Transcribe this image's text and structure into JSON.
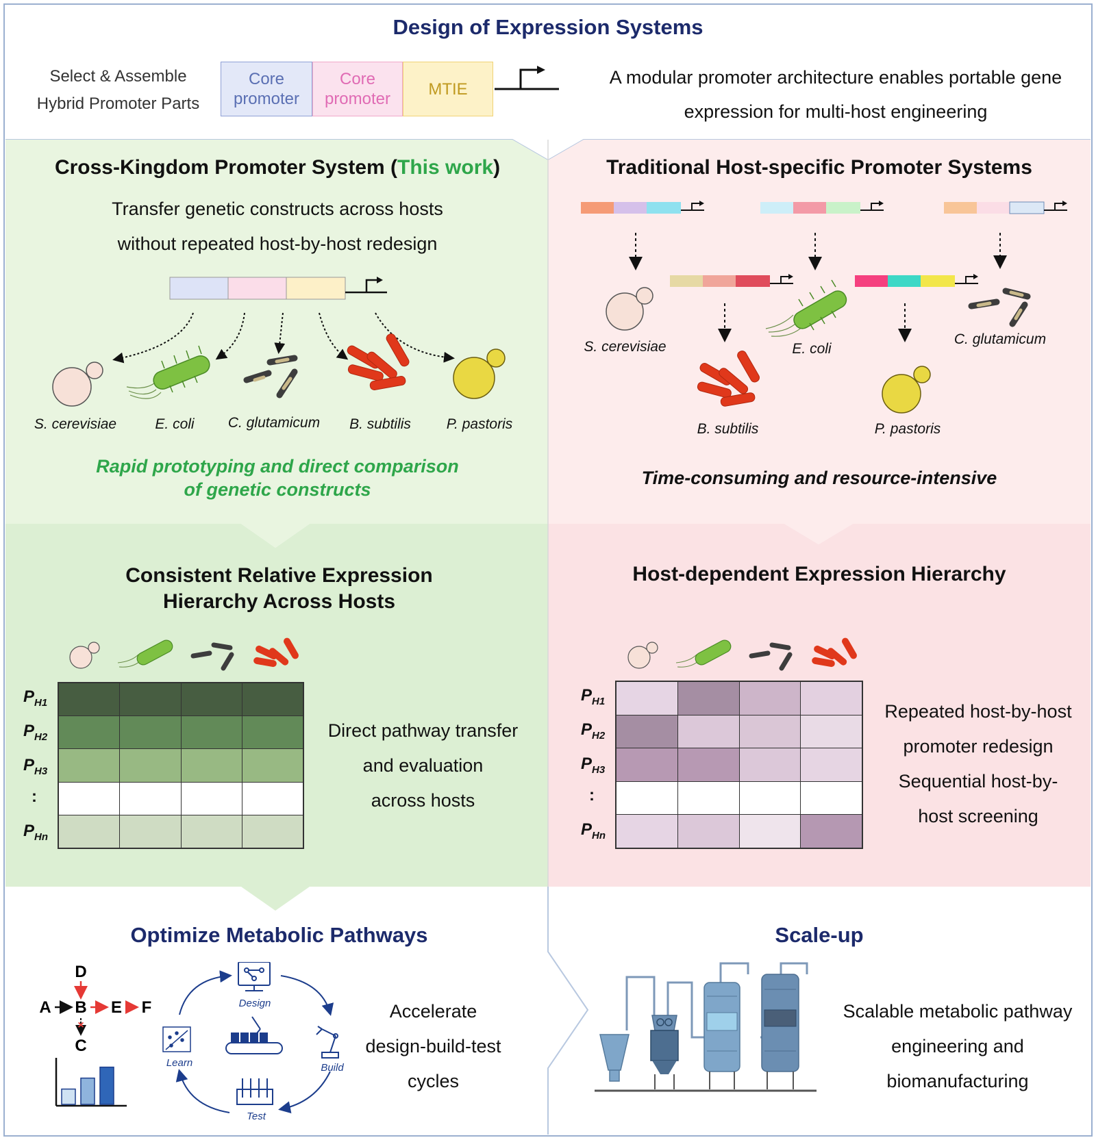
{
  "header": {
    "title": "Design of Expression Systems",
    "select_line1": "Select & Assemble",
    "select_line2": "Hybrid Promoter Parts",
    "parts": [
      {
        "line1": "Core",
        "line2": "promoter",
        "color": "#7a8ec6",
        "bg": "#e3e8f8"
      },
      {
        "line1": "Core",
        "line2": "promoter",
        "color": "#e06bb4",
        "bg": "#fbe2ee"
      },
      {
        "line1": "MTIE",
        "line2": "",
        "color": "#c8a32a",
        "bg": "#fdf2c8"
      }
    ],
    "desc_line1": "A modular promoter architecture enables portable gene",
    "desc_line2": "expression for multi-host engineering"
  },
  "cross_kingdom": {
    "title_main": "Cross-Kingdom Promoter System (",
    "title_highlight": "This work",
    "title_end": ")",
    "desc_line1": "Transfer genetic constructs across hosts",
    "desc_line2": "without repeated host-by-host redesign",
    "organisms": [
      "S. cerevisiae",
      "E. coli",
      "C. glutamicum",
      "B. subtilis",
      "P. pastoris"
    ],
    "tagline_line1": "Rapid prototyping and direct comparison",
    "tagline_line2": "of genetic constructs"
  },
  "traditional": {
    "title": "Traditional Host-specific Promoter Systems",
    "organisms": [
      "S. cerevisiae",
      "E. coli",
      "C. glutamicum",
      "B. subtilis",
      "P. pastoris"
    ],
    "tagline": "Time-consuming and resource-intensive"
  },
  "consistent": {
    "title_line1": "Consistent Relative Expression",
    "title_line2": "Hierarchy Across Hosts",
    "row_labels": [
      {
        "main": "P",
        "sub": "H1"
      },
      {
        "main": "P",
        "sub": "H2"
      },
      {
        "main": "P",
        "sub": "H3"
      },
      {
        "main": ":",
        "sub": ""
      },
      {
        "main": "P",
        "sub": "Hn"
      }
    ],
    "heatmap": [
      [
        "#475d41",
        "#475d41",
        "#475d41",
        "#475d41"
      ],
      [
        "#628a58",
        "#628a58",
        "#628a58",
        "#628a58"
      ],
      [
        "#98b983",
        "#98b983",
        "#98b983",
        "#98b983"
      ],
      [
        "#ffffff",
        "#ffffff",
        "#ffffff",
        "#ffffff"
      ],
      [
        "#cfdcc3",
        "#cfdcc3",
        "#cfdcc3",
        "#cfdcc3"
      ]
    ],
    "desc_line1": "Direct pathway transfer",
    "desc_line2": "and evaluation",
    "desc_line3": "across hosts"
  },
  "host_dependent": {
    "title": "Host-dependent Expression Hierarchy",
    "row_labels": [
      {
        "main": "P",
        "sub": "H1"
      },
      {
        "main": "P",
        "sub": "H2"
      },
      {
        "main": "P",
        "sub": "H3"
      },
      {
        "main": ":",
        "sub": ""
      },
      {
        "main": "P",
        "sub": "Hn"
      }
    ],
    "heatmap": [
      [
        "#e6d5e4",
        "#a58ea3",
        "#cdb5c9",
        "#e3d0e0"
      ],
      [
        "#a58ea3",
        "#dcc8d9",
        "#dac6d6",
        "#e9dbe6"
      ],
      [
        "#b799b3",
        "#b799b3",
        "#dcc8d9",
        "#e6d5e3"
      ],
      [
        "#ffffff",
        "#ffffff",
        "#ffffff",
        "#ffffff"
      ],
      [
        "#e6d5e4",
        "#dcc8d9",
        "#efe4ec",
        "#b598b2"
      ]
    ],
    "desc_line1": "Repeated host-by-host",
    "desc_line2": "promoter redesign",
    "desc_line3": "Sequential host-by-",
    "desc_line4": "host screening"
  },
  "optimize": {
    "title": "Optimize Metabolic Pathways",
    "pathway": {
      "A": "A",
      "B": "B",
      "C": "C",
      "D": "D",
      "E": "E",
      "F": "F"
    },
    "cycle": {
      "design": "Design",
      "build": "Build",
      "test": "Test",
      "learn": "Learn"
    },
    "bars": [
      0.35,
      0.6,
      0.85
    ],
    "desc_line1": "Accelerate",
    "desc_line2": "design-build-test",
    "desc_line3": "cycles"
  },
  "scaleup": {
    "title": "Scale-up",
    "desc_line1": "Scalable metabolic pathway",
    "desc_line2": "engineering and",
    "desc_line3": "biomanufacturing"
  }
}
